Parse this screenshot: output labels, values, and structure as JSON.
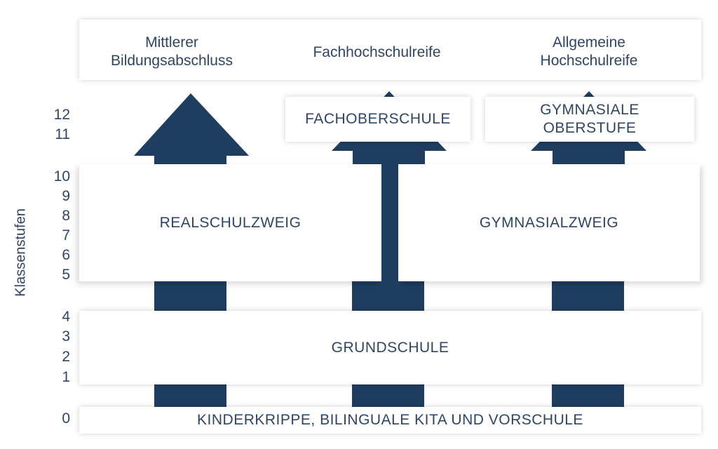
{
  "top_outcomes": {
    "mittlerer": "Mittlerer\nBildungsabschluss",
    "fachhochschulreife": "Fachhochschulreife",
    "allgemeine": "Allgemeine\nHochschulreife"
  },
  "schools": {
    "fachoberschule": "FACHOBERSCHULE",
    "gymnasiale_oberstufe": "GYMNASIALE\nOBERSTUFE",
    "realschulzweig": "REALSCHULZWEIG",
    "gymnasialzweig": "GYMNASIALZWEIG",
    "grundschule": "GRUNDSCHULE",
    "kinderkrippe": "KINDERKRIPPE, BILINGUALE KITA UND VORSCHULE"
  },
  "y_axis": {
    "label": "Klassenstufen",
    "levels": [
      "12",
      "11",
      "10",
      "9",
      "8",
      "7",
      "6",
      "5",
      "4",
      "3",
      "2",
      "1",
      "0"
    ]
  },
  "colors": {
    "arrow": "#1f3d5f",
    "text": "#2f4566"
  }
}
